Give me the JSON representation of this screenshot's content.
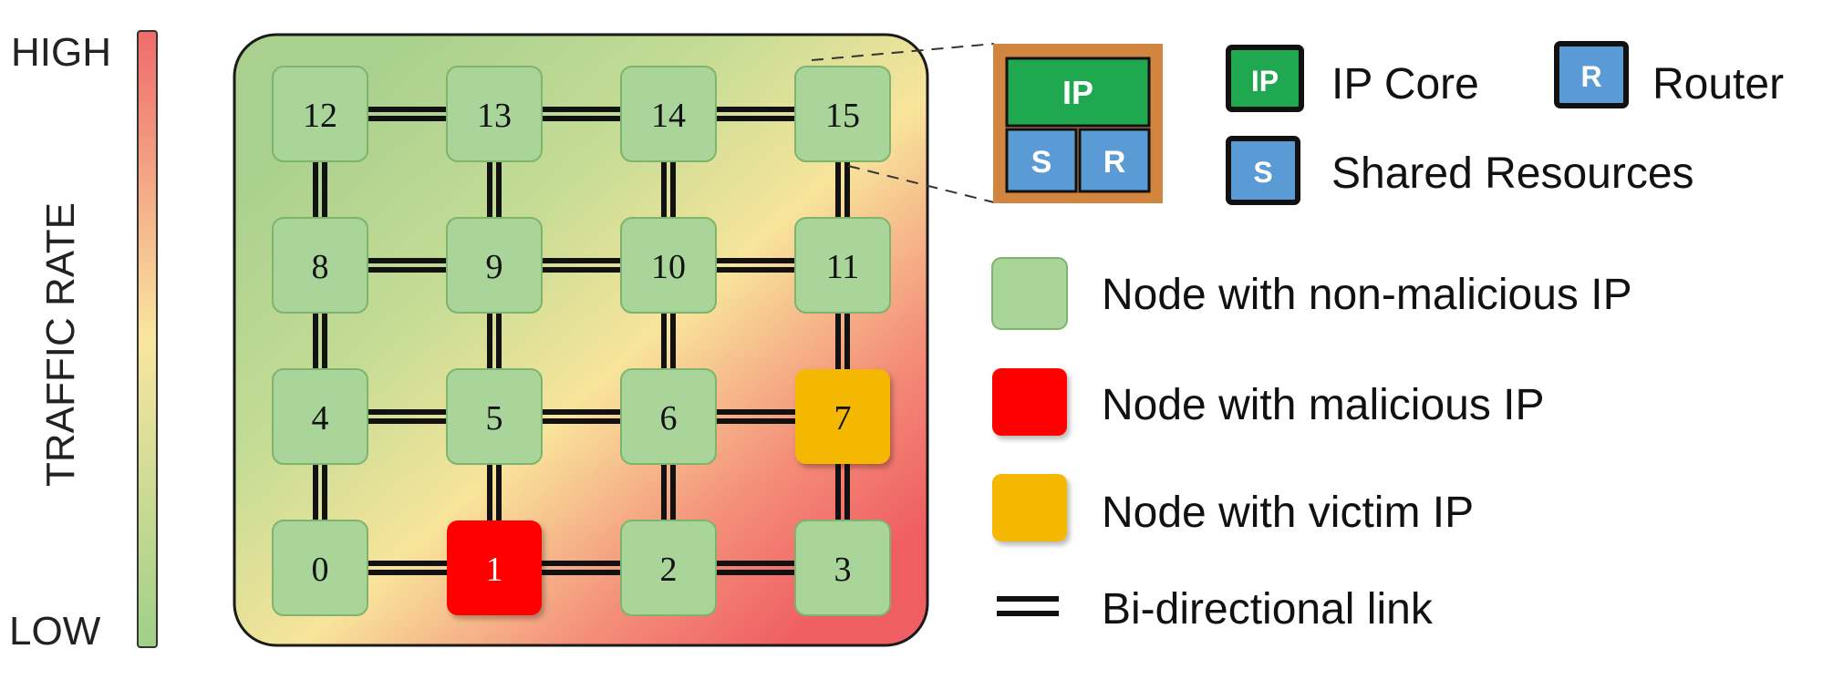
{
  "traffic_bar": {
    "high_label": "HIGH",
    "low_label": "LOW",
    "axis_label": "TRAFFIC RATE",
    "colors": {
      "high": "#ef6b6b",
      "mid": "#f9e6a0",
      "low": "#9fcf87"
    }
  },
  "mesh": {
    "rows": [
      [
        "12",
        "13",
        "14",
        "15"
      ],
      [
        "8",
        "9",
        "10",
        "11"
      ],
      [
        "4",
        "5",
        "6",
        "7"
      ],
      [
        "0",
        "1",
        "2",
        "3"
      ]
    ],
    "malicious_node": "1",
    "victim_node": "7",
    "colors": {
      "normal": "#a9d49a",
      "malicious": "#ff0000",
      "victim": "#f5b800"
    }
  },
  "router_detail": {
    "ip_label": "IP",
    "shared_label": "S",
    "router_label": "R",
    "colors": {
      "frame": "#d2853f",
      "ip": "#1fa84f",
      "block": "#5b9bd5"
    }
  },
  "legend": {
    "ip_core": {
      "icon_label": "IP",
      "text": "IP Core"
    },
    "router": {
      "icon_label": "R",
      "text": "Router"
    },
    "shared": {
      "icon_label": "S",
      "text": "Shared Resources"
    },
    "non_malicious": "Node with non-malicious IP",
    "malicious": "Node with malicious IP",
    "victim": "Node with victim IP",
    "link": "Bi-directional link"
  }
}
